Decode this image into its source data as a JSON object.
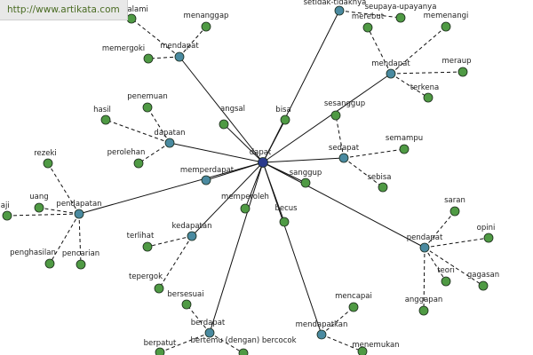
{
  "banner": {
    "url": "http://www.artikata.com"
  },
  "graph": {
    "colors": {
      "hub": "#2a3a8c",
      "sub": "#4a8aa0",
      "leaf": "#4f9a44",
      "edge": "#111111"
    },
    "center": "dapat",
    "subhubs": [
      {
        "id": "s1",
        "label": "mendapat"
      },
      {
        "id": "s2",
        "label": "mendapat"
      },
      {
        "id": "s3",
        "label": "dapatan"
      },
      {
        "id": "s4",
        "label": "memperdapat"
      },
      {
        "id": "s5",
        "label": "pendapatan"
      },
      {
        "id": "s6",
        "label": "sedapat"
      },
      {
        "id": "s7",
        "label": "pendapat"
      },
      {
        "id": "s8",
        "label": "kedapatan"
      },
      {
        "id": "s9",
        "label": "berdapat"
      },
      {
        "id": "s10",
        "label": "mendapatkan"
      },
      {
        "id": "s11",
        "label": "setidak-tidaknya"
      }
    ],
    "leaves": [
      {
        "id": "l1",
        "label": "angsal"
      },
      {
        "id": "l2",
        "label": "bisa"
      },
      {
        "id": "l3",
        "label": "sanggup"
      },
      {
        "id": "l4",
        "label": "becus"
      },
      {
        "id": "l5",
        "label": "memperoleh"
      },
      {
        "id": "l6",
        "label": "mengalami"
      },
      {
        "id": "l7",
        "label": "menanggap"
      },
      {
        "id": "l8",
        "label": "memergoki"
      },
      {
        "id": "l9",
        "label": "merebut"
      },
      {
        "id": "l10",
        "label": "memenangi"
      },
      {
        "id": "l11",
        "label": "meraup"
      },
      {
        "id": "l12",
        "label": "terkena"
      },
      {
        "id": "l13",
        "label": "penemuan"
      },
      {
        "id": "l14",
        "label": "hasil"
      },
      {
        "id": "l15",
        "label": "perolehan"
      },
      {
        "id": "l16",
        "label": "rezeki"
      },
      {
        "id": "l17",
        "label": "uang"
      },
      {
        "id": "l18",
        "label": "gaji"
      },
      {
        "id": "l19",
        "label": "penghasilan"
      },
      {
        "id": "l20",
        "label": "pencarian"
      },
      {
        "id": "l21",
        "label": "sesanggup"
      },
      {
        "id": "l22",
        "label": "semampu"
      },
      {
        "id": "l23",
        "label": "sebisa"
      },
      {
        "id": "l24",
        "label": "saran"
      },
      {
        "id": "l25",
        "label": "opini"
      },
      {
        "id": "l26",
        "label": "teori"
      },
      {
        "id": "l27",
        "label": "gagasan"
      },
      {
        "id": "l28",
        "label": "anggapan"
      },
      {
        "id": "l29",
        "label": "terlihat"
      },
      {
        "id": "l30",
        "label": "tepergok"
      },
      {
        "id": "l31",
        "label": "bersesuai"
      },
      {
        "id": "l32",
        "label": "berpatut"
      },
      {
        "id": "l33",
        "label": "bertemu (dengan) bercocok"
      },
      {
        "id": "l34",
        "label": "mencapai"
      },
      {
        "id": "l35",
        "label": "menemukan"
      },
      {
        "id": "l36",
        "label": "seupaya-upayanya"
      }
    ],
    "edges": [
      [
        "center",
        "s1"
      ],
      [
        "center",
        "s2"
      ],
      [
        "center",
        "s3"
      ],
      [
        "center",
        "s4"
      ],
      [
        "center",
        "s5"
      ],
      [
        "center",
        "s6"
      ],
      [
        "center",
        "s7"
      ],
      [
        "center",
        "s8"
      ],
      [
        "center",
        "s9"
      ],
      [
        "center",
        "s10"
      ],
      [
        "center",
        "s11"
      ],
      [
        "center",
        "l1"
      ],
      [
        "center",
        "l2"
      ],
      [
        "center",
        "l3"
      ],
      [
        "center",
        "l4"
      ],
      [
        "center",
        "l5"
      ]
    ],
    "dashed_edges": [
      [
        "s1",
        "l6"
      ],
      [
        "s1",
        "l7"
      ],
      [
        "s1",
        "l8"
      ],
      [
        "s2",
        "l9"
      ],
      [
        "s2",
        "l10"
      ],
      [
        "s2",
        "l11"
      ],
      [
        "s2",
        "l12"
      ],
      [
        "s3",
        "l13"
      ],
      [
        "s3",
        "l14"
      ],
      [
        "s3",
        "l15"
      ],
      [
        "s5",
        "l16"
      ],
      [
        "s5",
        "l17"
      ],
      [
        "s5",
        "l18"
      ],
      [
        "s5",
        "l19"
      ],
      [
        "s5",
        "l20"
      ],
      [
        "s6",
        "l21"
      ],
      [
        "s6",
        "l22"
      ],
      [
        "s6",
        "l23"
      ],
      [
        "s7",
        "l24"
      ],
      [
        "s7",
        "l25"
      ],
      [
        "s7",
        "l26"
      ],
      [
        "s7",
        "l27"
      ],
      [
        "s7",
        "l28"
      ],
      [
        "s8",
        "l29"
      ],
      [
        "s8",
        "l30"
      ],
      [
        "s9",
        "l31"
      ],
      [
        "s9",
        "l32"
      ],
      [
        "s9",
        "l33"
      ],
      [
        "s10",
        "l34"
      ],
      [
        "s10",
        "l35"
      ],
      [
        "s11",
        "l36"
      ]
    ]
  }
}
